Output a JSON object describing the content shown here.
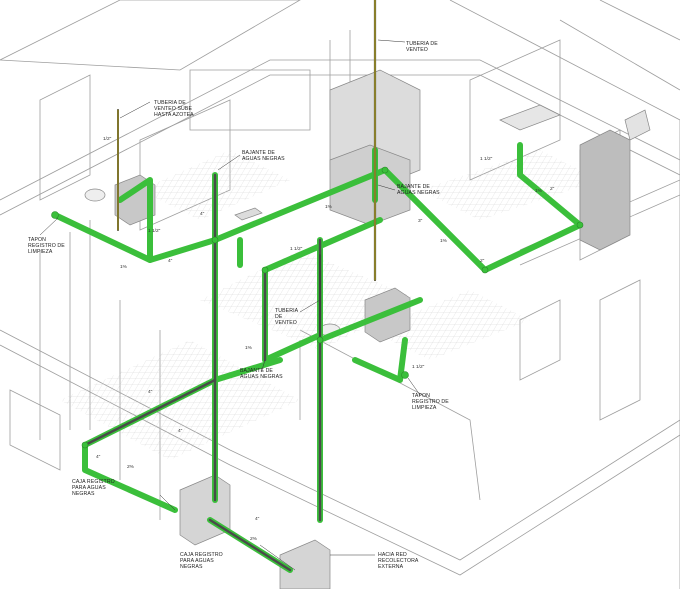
{
  "labels": {
    "tuberia_venteo_top": [
      "TUBERIA DE",
      "VENTEO"
    ],
    "tuberia_venteo_azotea": [
      "TUBERIA DE",
      "VENTEO SUBE",
      "HASTA AZOTEA"
    ],
    "bajante_1": [
      "BAJANTE DE",
      "AGUAS NEGRAS"
    ],
    "bajante_2": [
      "BAJANTE DE",
      "AGUAS NEGRAS"
    ],
    "bajante_3": [
      "BAJANTE DE",
      "AGUAS NEGRAS"
    ],
    "tapon_left": [
      "TAPON",
      "REGISTRO DE",
      "LIMPIEZA"
    ],
    "tapon_right": [
      "TAPON",
      "REGISTRO DE",
      "LIMPIEZA"
    ],
    "tuberia_venteo_mid": [
      "TUBERIA",
      "DE",
      "VENTEO"
    ],
    "caja_left": [
      "CAJA REGISTRO",
      "PARA AGUAS",
      "NEGRAS"
    ],
    "caja_bottom": [
      "CAJA REGISTRO",
      "PARA AGUAS",
      "NEGRAS"
    ],
    "hacia_red": [
      "HACIA RED",
      "RECOLECTORA",
      "EXTERNA"
    ]
  },
  "dims": {
    "d_half_1": "1/2\"",
    "d_1half_1": "1 1/2\"",
    "d_1half_2": "1 1/2\"",
    "d_1half_3": "1 1/2\"",
    "d_1half_4": "1 1/2\"",
    "d_4_1": "4\"",
    "d_4_2": "4\"",
    "d_4_3": "4\"",
    "d_4_4": "4\"",
    "d_4_5": "4\"",
    "d_4_6": "4\"",
    "d_2_1": "2\"",
    "d_2_2": "2\"",
    "d_3_1": "3\"",
    "d_1pct_1": "1%",
    "d_1pct_2": "1%",
    "d_1pct_3": "1%",
    "d_1pct_4": "1%",
    "d_1pct_5": "1%",
    "d_2pct_1": "2%",
    "d_2pct_2": "2%"
  },
  "colors": {
    "pipe_green": "#3bbf3b",
    "pipe_dark": "#555555",
    "vent_yellow": "#e9d21b",
    "line": "#9a9a9a"
  }
}
